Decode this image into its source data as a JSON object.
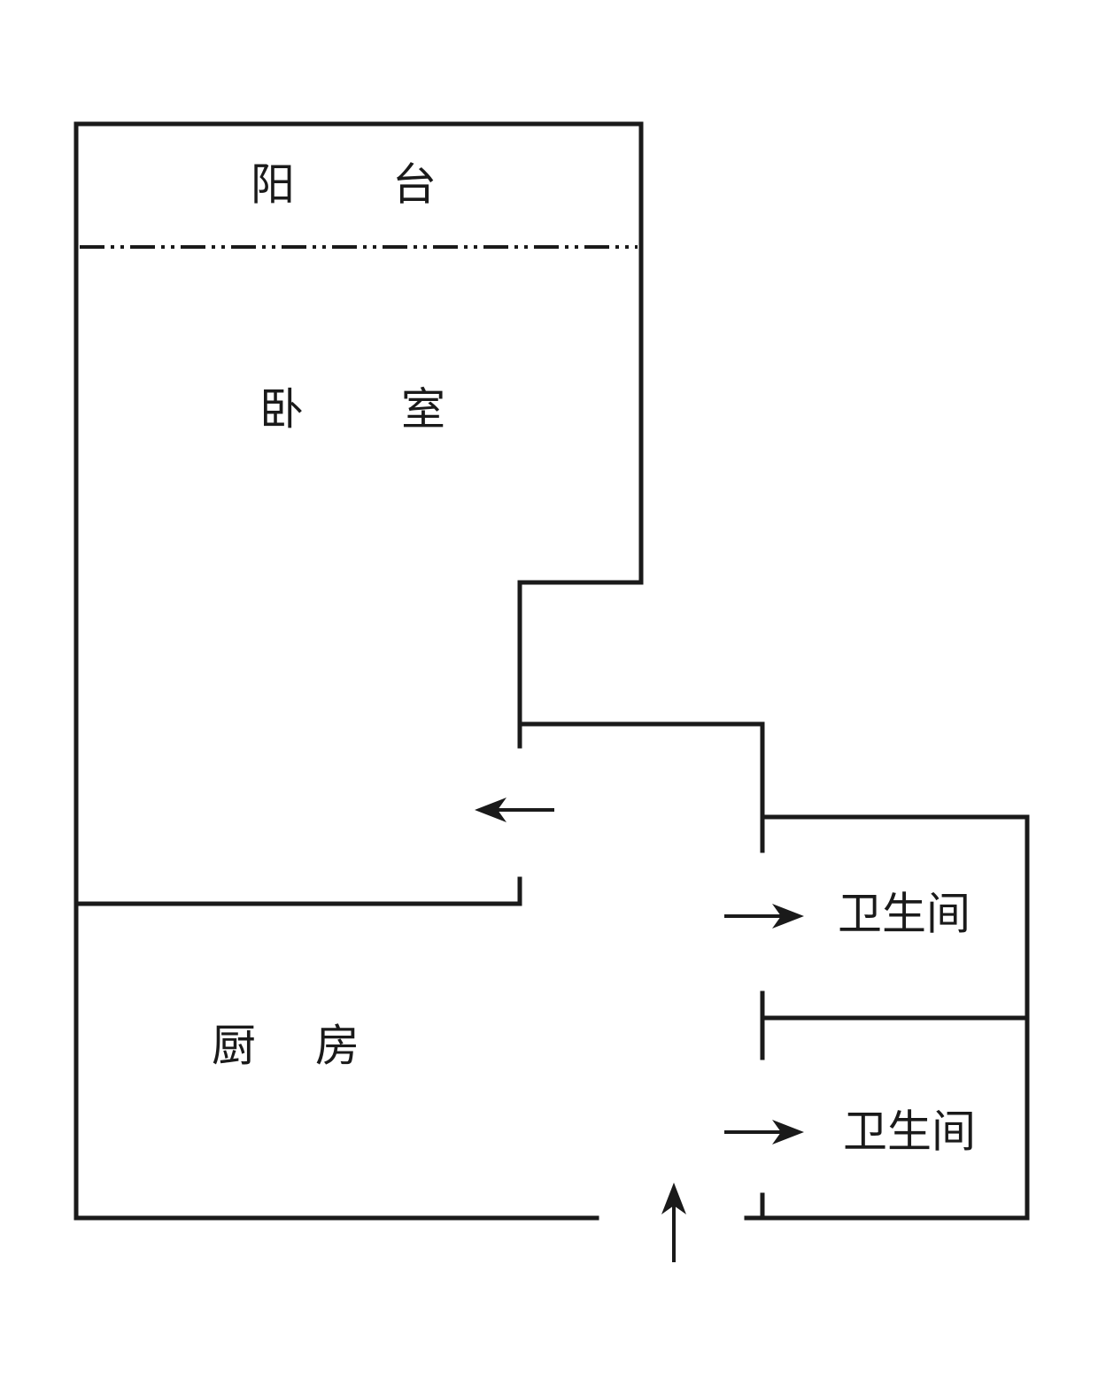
{
  "colors": {
    "wall": "#1a1a1a",
    "text": "#1a1a1a",
    "background": "#ffffff"
  },
  "rooms": {
    "balcony": {
      "char1": "阳",
      "char2": "台"
    },
    "bedroom": {
      "char1": "卧",
      "char2": "室"
    },
    "kitchen": {
      "char1": "厨",
      "char2": "房"
    },
    "bathroom_upper": {
      "label": "卫生间"
    },
    "bathroom_lower": {
      "label": "卫生间"
    }
  },
  "arrows": [
    {
      "name": "arrow-to-bedroom",
      "direction": "left"
    },
    {
      "name": "arrow-to-bathroom-upper",
      "direction": "right"
    },
    {
      "name": "arrow-to-bathroom-lower",
      "direction": "right"
    },
    {
      "name": "arrow-entrance",
      "direction": "up"
    }
  ]
}
